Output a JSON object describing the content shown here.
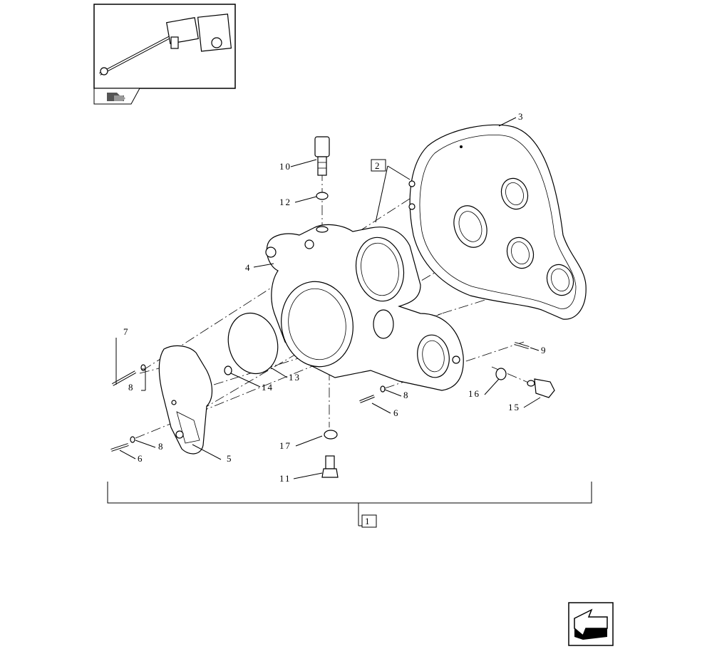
{
  "labels": {
    "l1": "1",
    "l2": "2",
    "l3": "3",
    "l4": "4",
    "l5": "5",
    "l6a": "6",
    "l6b": "6",
    "l7": "7",
    "l8a": "8",
    "l8b": "8",
    "l8c": "8",
    "l9": "9",
    "l10": "10",
    "l11": "11",
    "l12": "12",
    "l13": "13",
    "l14": "14",
    "l15": "15",
    "l16": "16",
    "l17": "17"
  },
  "icons": {
    "thumbnail": "assembly-thumbnail-icon",
    "catalog_tag": "catalog-reference-icon",
    "next_page": "next-page-arrow-icon"
  }
}
